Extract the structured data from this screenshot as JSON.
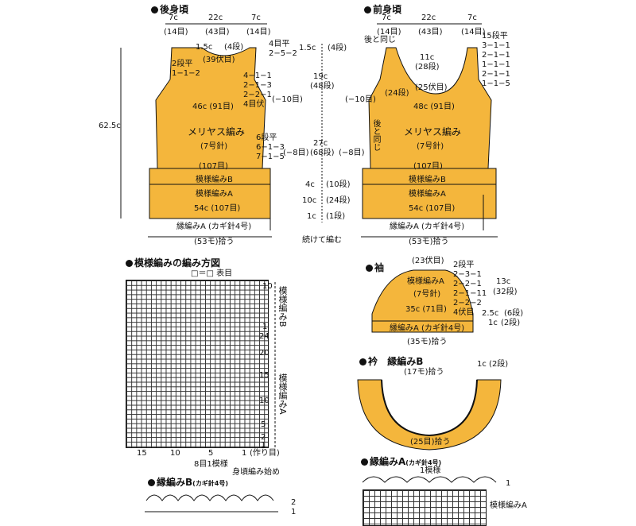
{
  "headings": {
    "back": "後身頃",
    "front": "前身頃",
    "pattern": "模様編みの編み方図",
    "sleeve": "袖",
    "collar": "衿",
    "collar_sub": "縁編みB",
    "edge_b": "縁編みB",
    "edge_b_hook": "(カギ針4号)",
    "edge_a": "縁編みA",
    "edge_a_hook": "(カギ針4号)"
  },
  "back": {
    "top_left": "7c",
    "top_left_st": "(14目)",
    "top_mid": "22c",
    "top_mid_st": "(43目)",
    "top_right": "7c",
    "top_right_st": "(14目)",
    "neck": "1.5c",
    "neck_rows": "(4段)",
    "neck_st": "(39伏目)",
    "shoulder": "4目平\n2−5−2",
    "armhole_left": "2段平\n1−1−2",
    "armhole_right": "4−1−1\n2−1−3\n2−2−1\n4目伏",
    "dec": "(−10目)",
    "width": "46c (91目)",
    "fabric": "メリヤス編み",
    "needle": "(7号針)",
    "side": "6段平\n6−1−3\n7−1−5",
    "side_dec": "(−8目)",
    "bottom_st": "(107目)",
    "pat_b": "模様編みB",
    "pat_a": "模様編みA",
    "hem": "54c (107目)",
    "edge": "縁編みA (カギ針4号)",
    "pickup": "(53モ)拾う",
    "height": "62.5c"
  },
  "middle": {
    "r1": "1.5c",
    "r1s": "(4段)",
    "r2": "19c",
    "r2s": "(48段)",
    "r3": "27c",
    "r3s": "(68段)",
    "r4": "4c",
    "r4s": "(10段)",
    "r5": "10c",
    "r5s": "(24段)",
    "r6": "1c",
    "r6s": "(1段)",
    "cont": "続けて編む"
  },
  "front": {
    "top_left": "7c",
    "top_left_st": "(14目)",
    "top_mid": "22c",
    "top_mid_st": "(43目)",
    "top_right": "7c",
    "top_right_st": "(14目)",
    "same": "後と同じ",
    "neck_depth": "11c",
    "neck_rows": "(28段)",
    "neck_bind": "(25伏目)",
    "neck_dec": "15段平\n3−1−1\n2−1−1\n1−1−1\n2−1−1\n1−1−5",
    "rows24": "(24段)",
    "dec": "(−10目)",
    "width": "48c (91目)",
    "same_v": "後と同じ",
    "side_dec": "(−8目)",
    "fabric": "メリヤス編み",
    "needle": "(7号針)",
    "bottom_st": "(107目)",
    "pat_b": "模様編みB",
    "pat_a": "模様編みA",
    "hem": "54c (107目)",
    "edge": "縁編みA (カギ針4号)",
    "pickup": "(53モ)拾う"
  },
  "pattern_chart": {
    "legend": "□＝□ 表目",
    "r10": "10",
    "r1": "1",
    "r24": "24",
    "r20": "20",
    "r15": "15",
    "r10b": "10",
    "r5": "5",
    "r2": "2",
    "r1b": "1",
    "labB": "模様編みB",
    "labA": "模様編みA",
    "c15": "15",
    "c10": "10",
    "c5": "5",
    "c1": "1",
    "start": "(作り目)",
    "repeat": "8目1模様",
    "body_start": "身頃編み始め"
  },
  "sleeve": {
    "top": "(23伏目)",
    "dec": "2段平\n2−3−1\n2−2−1\n2−1−11\n2−2−2\n4伏目",
    "pat": "模様編みA",
    "needle": "(7号針)",
    "width": "35c (71目)",
    "h1": "13c",
    "h1s": "(32段)",
    "h2": "2.5c",
    "h2s": "(6段)",
    "h3": "1c",
    "h3s": "(2段)",
    "edge": "縁編みA (カギ針4号)",
    "pickup": "(35モ)拾う"
  },
  "collar": {
    "top": "(17モ)拾う",
    "side": "1c (2段)",
    "bottom": "(25目)拾う"
  },
  "edge_a_chart": {
    "repeat": "1模様",
    "row1": "1",
    "label": "模様編みA"
  },
  "edge_b_chart": {
    "row2": "2",
    "row1": "1"
  },
  "colors": {
    "fill": "#f4b63c",
    "line": "#111111"
  }
}
